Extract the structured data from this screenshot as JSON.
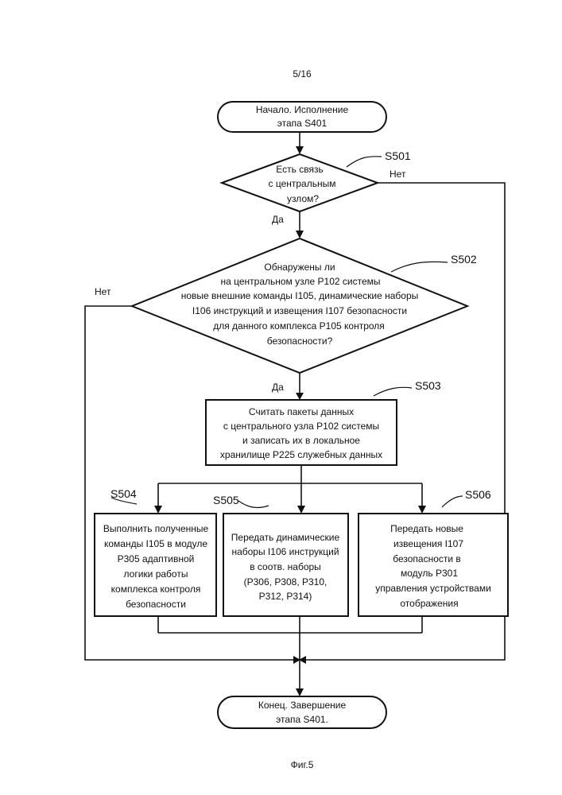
{
  "page_number": "5/16",
  "figure_caption": "Фиг.5",
  "start": {
    "lines": [
      "Начало. Исполнение",
      "этапа S401"
    ]
  },
  "end": {
    "lines": [
      "Конец. Завершение",
      "этапа S401."
    ]
  },
  "decision_s501": {
    "label": "S501",
    "lines": [
      "Есть связь",
      "с центральным",
      "узлом?"
    ],
    "yes": "Да",
    "no": "Нет"
  },
  "decision_s502": {
    "label": "S502",
    "lines": [
      "Обнаружены ли",
      "на центральном узле P102 системы",
      "новые внешние команды I105, динамические наборы",
      "I106 инструкций и извещения I107 безопасности",
      "для данного комплекса P105 контроля",
      "безопасности?"
    ],
    "yes": "Да",
    "no": "Нет"
  },
  "process_s503": {
    "label": "S503",
    "lines": [
      "Считать пакеты данных",
      "с центрального узла P102 системы",
      "и записать их в локальное",
      "хранилище P225 служебных данных"
    ]
  },
  "process_s504": {
    "label": "S504",
    "lines": [
      "Выполнить полученные",
      "команды I105 в модуле",
      "P305 адаптивной",
      "логики работы",
      "комплекса контроля",
      "безопасности"
    ]
  },
  "process_s505": {
    "label": "S505",
    "lines": [
      "Передать динамические",
      "наборы I106 инструкций",
      "в соотв. наборы",
      "(P306, P308, P310,",
      "P312, P314)"
    ]
  },
  "process_s506": {
    "label": "S506",
    "lines": [
      "Передать новые",
      "извещения I107",
      "безопасности в",
      "модуль P301",
      "управления устройствами",
      "отображения"
    ]
  }
}
